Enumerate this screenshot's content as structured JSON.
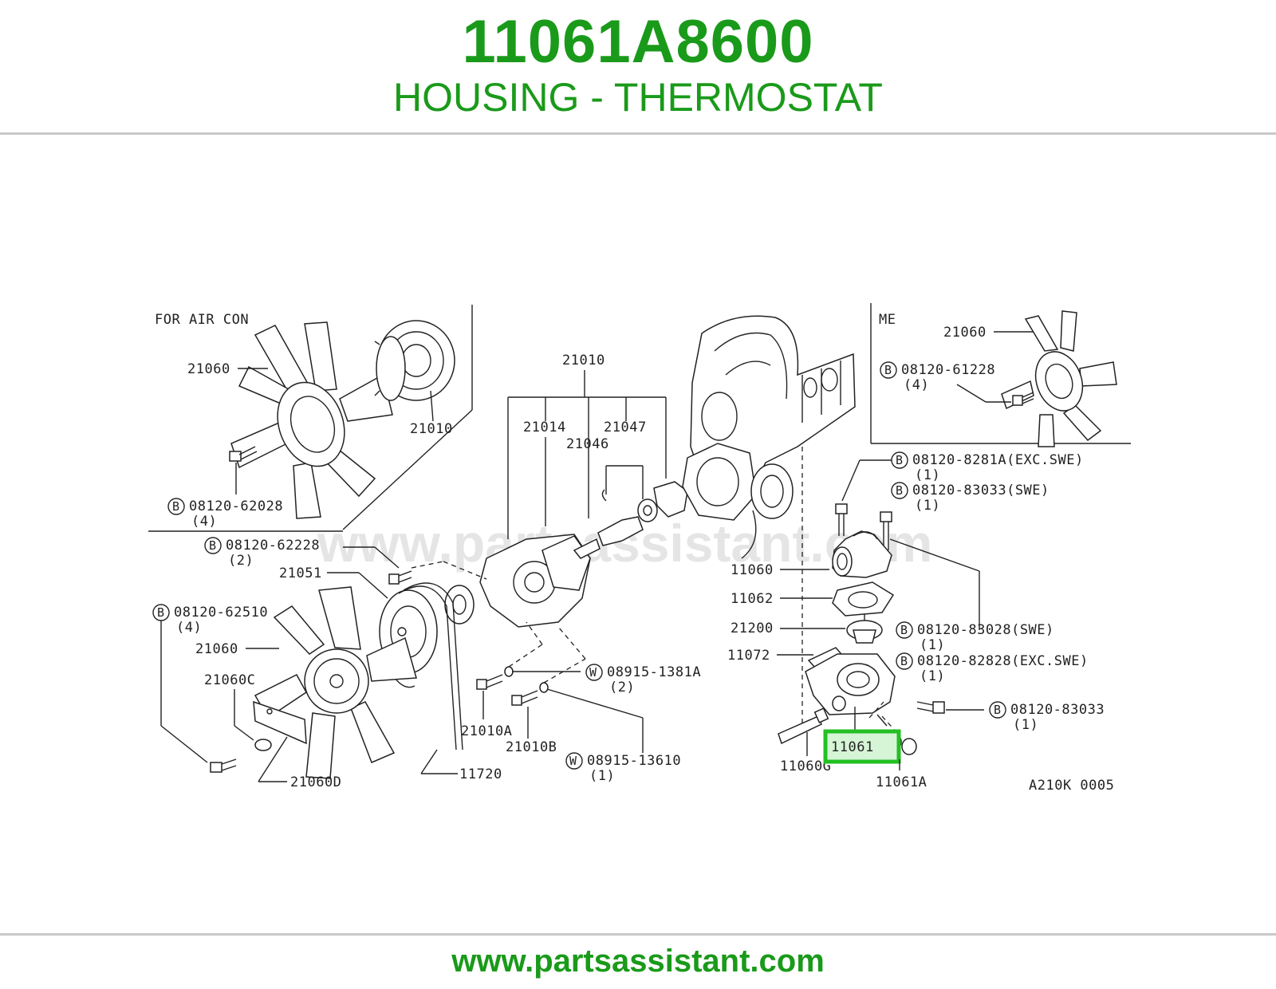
{
  "header": {
    "part_number": "11061A8600",
    "part_name": "HOUSING - THERMOSTAT"
  },
  "footer": {
    "url": "www.partsassistant.com"
  },
  "watermark": "www.partsassistant.com",
  "colors": {
    "brand_green": "#1a9a1a",
    "highlight_green": "#22c022",
    "rule_gray": "#c8c8c8"
  },
  "diagram": {
    "reference_code": "A210K 0005",
    "highlighted_part": "11061",
    "sections": {
      "air_con": "FOR AIR CON",
      "me": "ME"
    },
    "labels": {
      "ac_21060": "21060",
      "ac_21010": "21010",
      "ac_bolt": "08120-62028",
      "ac_bolt_qty": "(4)",
      "pump_21010": "21010",
      "p21014": "21014",
      "p21047": "21047",
      "p21046": "21046",
      "bolt_62228": "08120-62228",
      "bolt_62228_qty": "(2)",
      "p21051": "21051",
      "bolt_62510": "08120-62510",
      "bolt_62510_qty": "(4)",
      "fan_21060": "21060",
      "p21060C": "21060C",
      "p21060D": "21060D",
      "p11720": "11720",
      "p21010A": "21010A",
      "p21010B": "21010B",
      "washer_1381A": "08915-1381A",
      "washer_1381A_qty": "(2)",
      "washer_13610": "08915-13610",
      "washer_13610_qty": "(1)",
      "me_21060": "21060",
      "me_bolt": "08120-61228",
      "me_bolt_qty": "(4)",
      "bolt_8281A": "08120-8281A(EXC.SWE)",
      "bolt_8281A_qty": "(1)",
      "bolt_83033_swe": "08120-83033(SWE)",
      "bolt_83033_swe_qty": "(1)",
      "p11060": "11060",
      "p11062": "11062",
      "p21200": "21200",
      "p11072": "11072",
      "bolt_83028": "08120-83028(SWE)",
      "bolt_83028_qty": "(1)",
      "bolt_82828": "08120-82828(EXC.SWE)",
      "bolt_82828_qty": "(1)",
      "bolt_83033": "08120-83033",
      "bolt_83033_qty": "(1)",
      "p11060G": "11060G",
      "p11061A": "11061A"
    }
  }
}
